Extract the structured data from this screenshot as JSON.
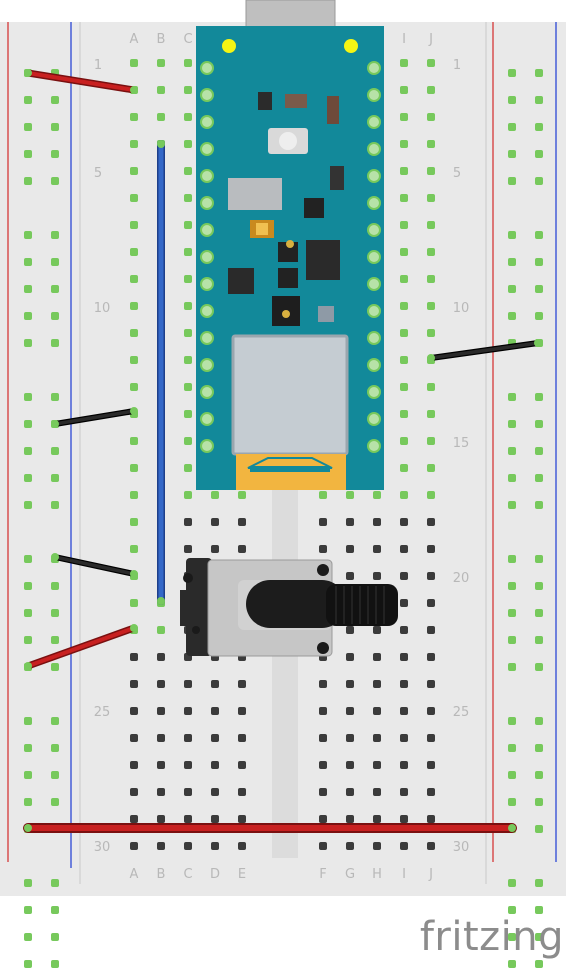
{
  "brand": "fritzing",
  "breadboard": {
    "column_labels_left": [
      "A",
      "B",
      "C",
      "D",
      "E"
    ],
    "column_labels_right": [
      "F",
      "G",
      "H",
      "I",
      "J"
    ],
    "row_numbers": [
      "1",
      "5",
      "10",
      "15",
      "20",
      "25",
      "30"
    ]
  },
  "colors": {
    "board": "#e9e9e9",
    "hole": "#3b3b3b",
    "hole_connected": "#77c95c",
    "rail_red": "#d42b2b",
    "rail_blue": "#1d3bd4",
    "wire_red": "#c82020",
    "wire_black": "#2a2a2a",
    "wire_blue": "#3468c8",
    "mcu_board": "#12899a",
    "status_led": "#f5f514"
  },
  "components": {
    "microcontroller": "teal microcontroller board with USB connector",
    "potentiometer": "rotary potentiometer with black knob"
  }
}
